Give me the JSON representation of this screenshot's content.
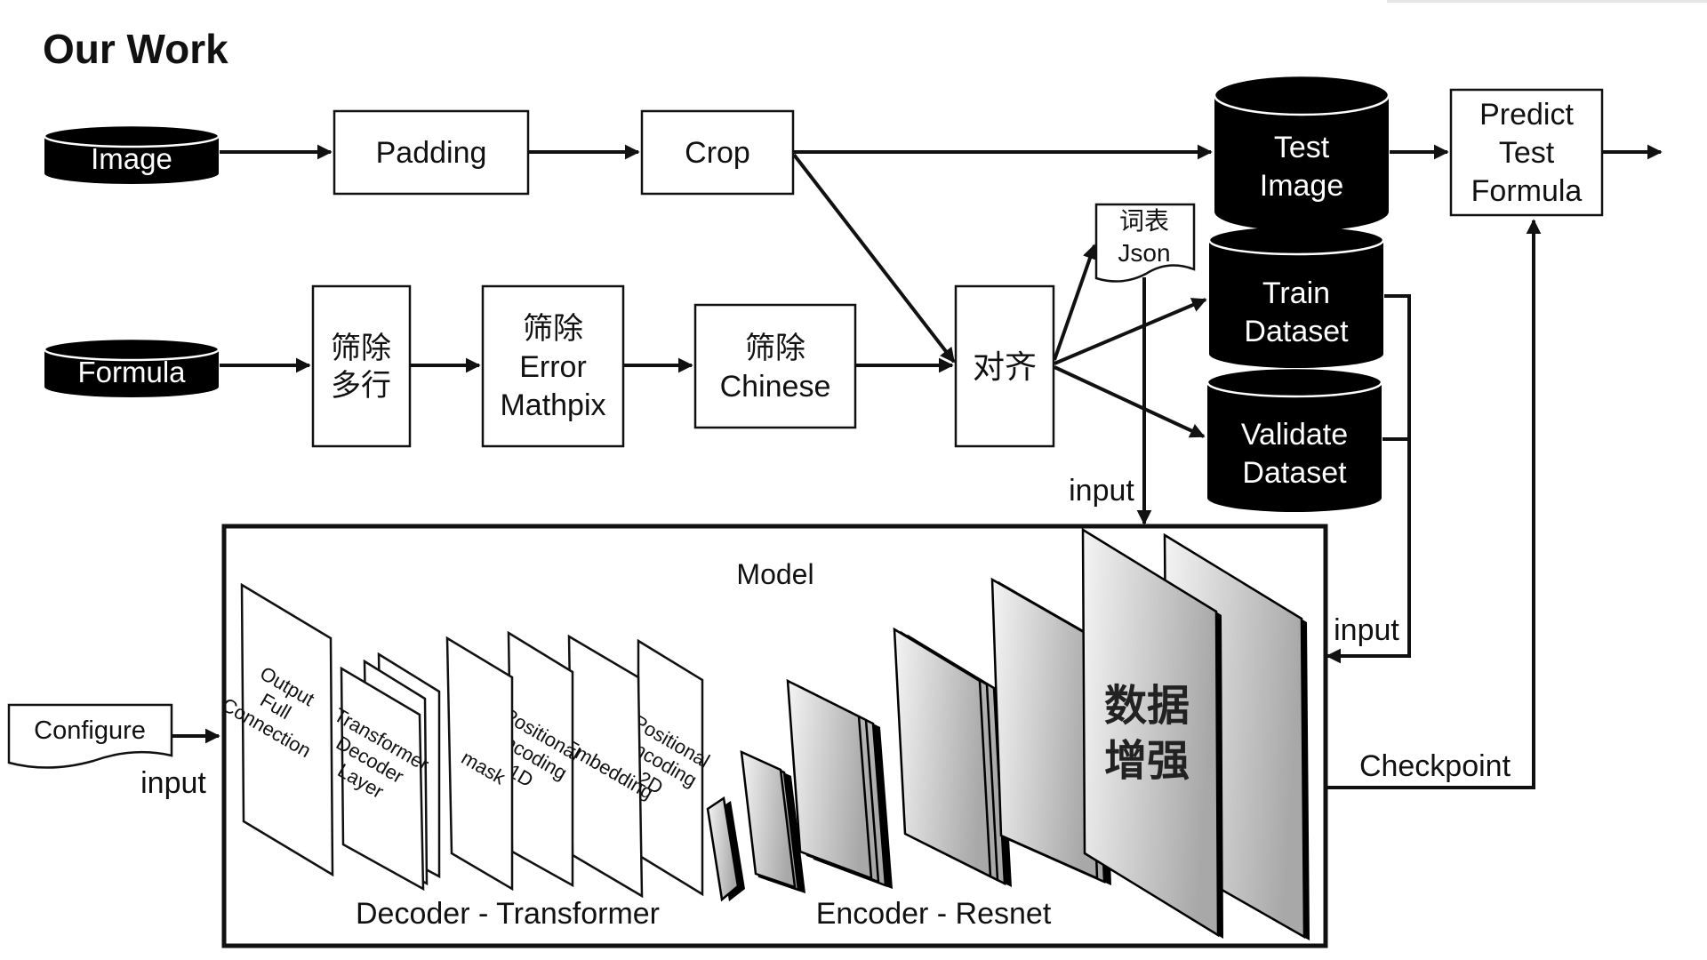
{
  "title": "Our Work",
  "colors": {
    "db_fill": "#000000",
    "ink": "#111111",
    "layer_light": "#f4f4f4",
    "layer_dark": "#a8a8a8"
  },
  "sources": {
    "image": "Image",
    "formula": "Formula"
  },
  "top_pipeline": {
    "padding": "Padding",
    "crop": "Crop"
  },
  "formula_pipeline": {
    "step1": [
      "筛除",
      "多行"
    ],
    "step2": [
      "筛除",
      "Error",
      "Mathpix"
    ],
    "step3": [
      "筛除",
      "Chinese"
    ],
    "align": "对齐"
  },
  "vocab_doc": [
    "词表",
    "Json"
  ],
  "datasets": {
    "test": [
      "Test",
      "Image"
    ],
    "train": [
      "Train",
      "Dataset"
    ],
    "validate": [
      "Validate",
      "Dataset"
    ]
  },
  "predict": [
    "Predict",
    "Test",
    "Formula"
  ],
  "configure": "Configure",
  "labels": {
    "input": "input",
    "checkpoint": "Checkpoint"
  },
  "model": {
    "title": "Model",
    "decoder_caption": "Decoder - Transformer",
    "encoder_caption": "Encoder - Resnet",
    "decoder_layers": [
      [
        "Output",
        "Full",
        "Connection"
      ],
      [
        "Transformer",
        "Decoder",
        "Layer"
      ],
      [
        "mask"
      ],
      [
        "Positional",
        "Encoding",
        "1D"
      ],
      [
        "Embedding"
      ],
      [
        "Positional",
        "Encoding",
        "2D"
      ]
    ],
    "augment": [
      "数据",
      "增强"
    ]
  }
}
